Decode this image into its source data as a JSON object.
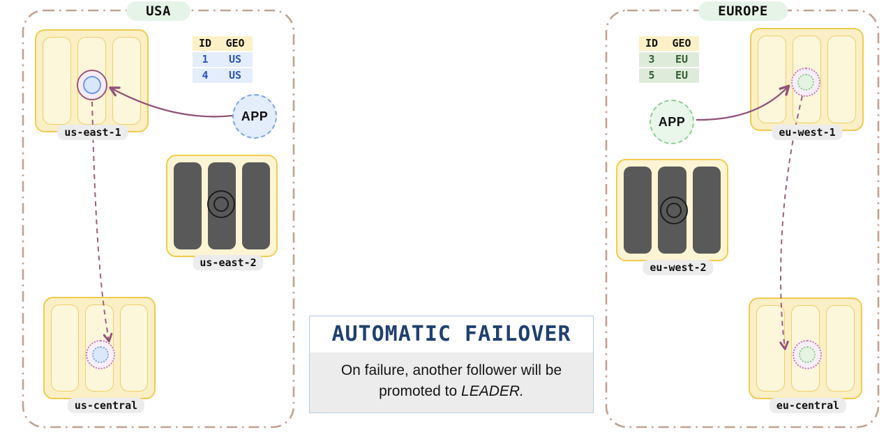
{
  "regions": {
    "usa": {
      "label": "USA",
      "app_label": "APP",
      "table": {
        "headers": {
          "id": "ID",
          "geo": "GEO"
        },
        "rows": [
          {
            "id": "1",
            "geo": "US"
          },
          {
            "id": "4",
            "geo": "US"
          }
        ]
      },
      "clusters": [
        {
          "name": "us-east-1",
          "role": "leader"
        },
        {
          "name": "us-east-2",
          "role": "failed-leader"
        },
        {
          "name": "us-central",
          "role": "follower"
        }
      ]
    },
    "europe": {
      "label": "EUROPE",
      "app_label": "APP",
      "table": {
        "headers": {
          "id": "ID",
          "geo": "GEO"
        },
        "rows": [
          {
            "id": "3",
            "geo": "EU"
          },
          {
            "id": "5",
            "geo": "EU"
          }
        ]
      },
      "clusters": [
        {
          "name": "eu-west-1",
          "role": "promoted-leader"
        },
        {
          "name": "eu-west-2",
          "role": "failed-leader"
        },
        {
          "name": "eu-central",
          "role": "follower"
        }
      ]
    },
    "callout": {
      "title": "AUTOMATIC FAILOVER",
      "body_prefix": "On failure, another follower will be promoted to ",
      "body_emphasis": "LEADER."
    },
    "colors": {
      "region_border": "#c2a192",
      "region_pill_bg": "#e6f4e7",
      "cluster_fill": "#faefc5",
      "cluster_border": "#eecb52",
      "failed_column": "#595959",
      "arrow": "#90527a",
      "leader_ring": "#9a5878",
      "us_accent": "#2b55c4",
      "eu_accent": "#335f31",
      "callout_title": "#20406f"
    }
  }
}
